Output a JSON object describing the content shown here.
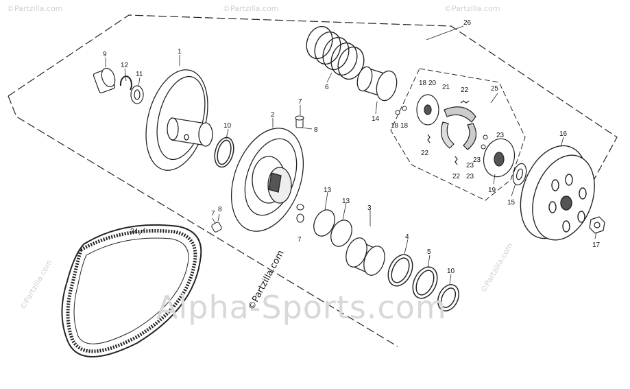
{
  "callouts": {
    "c1": "1",
    "c2": "2",
    "c3": "3",
    "c4": "4",
    "c5": "5",
    "c6": "6",
    "c7a": "7",
    "c7b": "7",
    "c7c": "7",
    "c8a": "8",
    "c8b": "8",
    "c9": "9",
    "c10a": "10",
    "c10b": "10",
    "c11": "11",
    "c12": "12",
    "c13a": "13",
    "c13b": "13",
    "c14": "14",
    "c15": "15",
    "c16": "16",
    "c17": "17",
    "c18a": "18",
    "c18b": "18",
    "c18c": "18",
    "c19": "19",
    "c20": "20",
    "c21": "21",
    "c22a": "22",
    "c22b": "22",
    "c22c": "22",
    "c23a": "23",
    "c23b": "23",
    "c23c": "23",
    "c23d": "23",
    "c24": "24",
    "c25": "25",
    "c26": "26"
  },
  "watermarks": {
    "main": "Alpha-Sports.com",
    "partzilla_center": "©Partzilla.com",
    "partzilla_tile": "©Partzilla.com"
  },
  "colors": {
    "line": "#222222",
    "watermark": "#d8d8d8"
  }
}
